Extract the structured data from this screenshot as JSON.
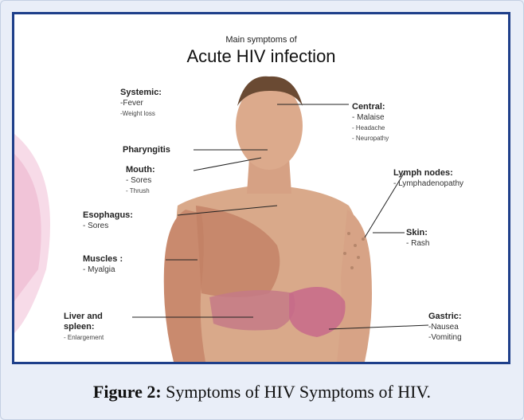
{
  "figure": {
    "subtitle": "Main symptoms of",
    "title": "Acute HIV infection",
    "labels": {
      "systemic": {
        "heading": "Systemic:",
        "items": [
          "-Fever",
          "-Weight loss"
        ]
      },
      "central": {
        "heading": "Central:",
        "items": [
          "- Malaise",
          "- Headache",
          "- Neuropathy"
        ]
      },
      "pharyngitis": {
        "heading": "Pharyngitis"
      },
      "mouth": {
        "heading": "Mouth:",
        "items": [
          "- Sores",
          "- Thrush"
        ]
      },
      "lymph": {
        "heading": "Lymph nodes:",
        "items": [
          "- Lymphadenopathy"
        ]
      },
      "esophagus": {
        "heading": "Esophagus:",
        "items": [
          "- Sores"
        ]
      },
      "skin": {
        "heading": "Skin:",
        "items": [
          "- Rash"
        ]
      },
      "muscles": {
        "heading": "Muscles :",
        "items": [
          "- Myalgia"
        ]
      },
      "liver": {
        "heading": "Liver and spleen:",
        "items": [
          "- Enlargement"
        ]
      },
      "gastric": {
        "heading": "Gastric:",
        "items": [
          "-Nausea",
          "-Vomiting"
        ]
      }
    }
  },
  "caption": {
    "label": "Figure 2:",
    "text": " Symptoms of HIV Symptoms of HIV."
  }
}
